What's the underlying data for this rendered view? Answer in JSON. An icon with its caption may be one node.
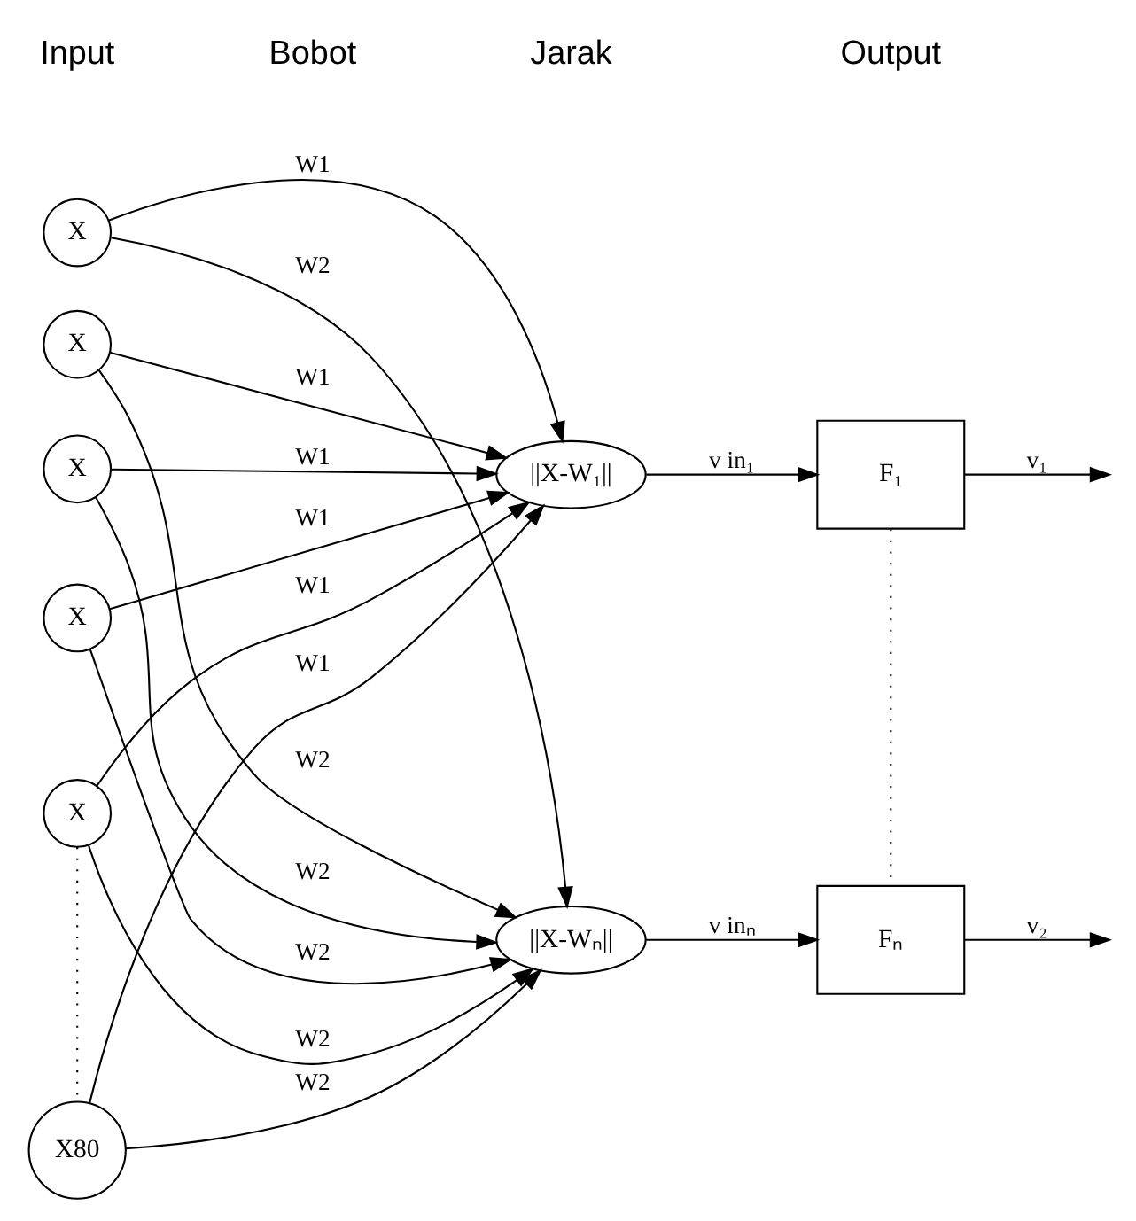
{
  "diagram": {
    "nodes": [
      {
        "text": [
          "X"
        ]
      },
      {
        "text": [
          "X"
        ]
      },
      {
        "text": [
          "X"
        ]
      },
      {
        "text": [
          "X"
        ]
      },
      {
        "text": [
          "X"
        ]
      },
      {
        "text": [
          "X80"
        ]
      },
      {
        "text": [
          "||X-W₁||"
        ]
      },
      {
        "text": [
          "||X-Wₙ||"
        ]
      },
      {
        "text": [
          "F₁"
        ]
      },
      {
        "text": [
          "Fₙ"
        ]
      }
    ],
    "edges": [
      {
        "from": 0,
        "to": 6,
        "arrow": "to",
        "label": "W1"
      },
      {
        "from": 0,
        "to": 7,
        "arrow": "to",
        "label": "W2"
      },
      {
        "from": 1,
        "to": 6,
        "arrow": "to",
        "label": "W1"
      },
      {
        "from": 1,
        "to": 7,
        "arrow": "to",
        "label": "W2"
      },
      {
        "from": 2,
        "to": 6,
        "arrow": "to",
        "label": "W1"
      },
      {
        "from": 2,
        "to": 7,
        "arrow": "to",
        "label": "W2"
      },
      {
        "from": 3,
        "to": 6,
        "arrow": "to",
        "label": "W1"
      },
      {
        "from": 3,
        "to": 7,
        "arrow": "to",
        "label": "W2"
      },
      {
        "from": 4,
        "to": 6,
        "arrow": "to",
        "label": "W1"
      },
      {
        "from": 4,
        "to": 7,
        "arrow": "to",
        "label": "W2"
      },
      {
        "from": 5,
        "to": 6,
        "arrow": "to",
        "label": "W1"
      },
      {
        "from": 5,
        "to": 7,
        "arrow": "to",
        "label": "W2"
      },
      {
        "from": 4,
        "to": 5,
        "arrow": "none",
        "style": "dashed"
      },
      {
        "from": 6,
        "to": 8,
        "arrow": "to",
        "label": "v in₁"
      },
      {
        "from": 7,
        "to": 9,
        "arrow": "to",
        "label": "v inₙ"
      },
      {
        "from": 8,
        "to": 9,
        "arrow": "none",
        "style": "dashed"
      },
      {
        "from": 8,
        "to": null,
        "arrow": "to",
        "label": "v₁"
      },
      {
        "from": 9,
        "to": null,
        "arrow": "to",
        "label": "v₂"
      }
    ],
    "labels": [
      "Input",
      "Bobot",
      "Jarak",
      "Output"
    ]
  }
}
